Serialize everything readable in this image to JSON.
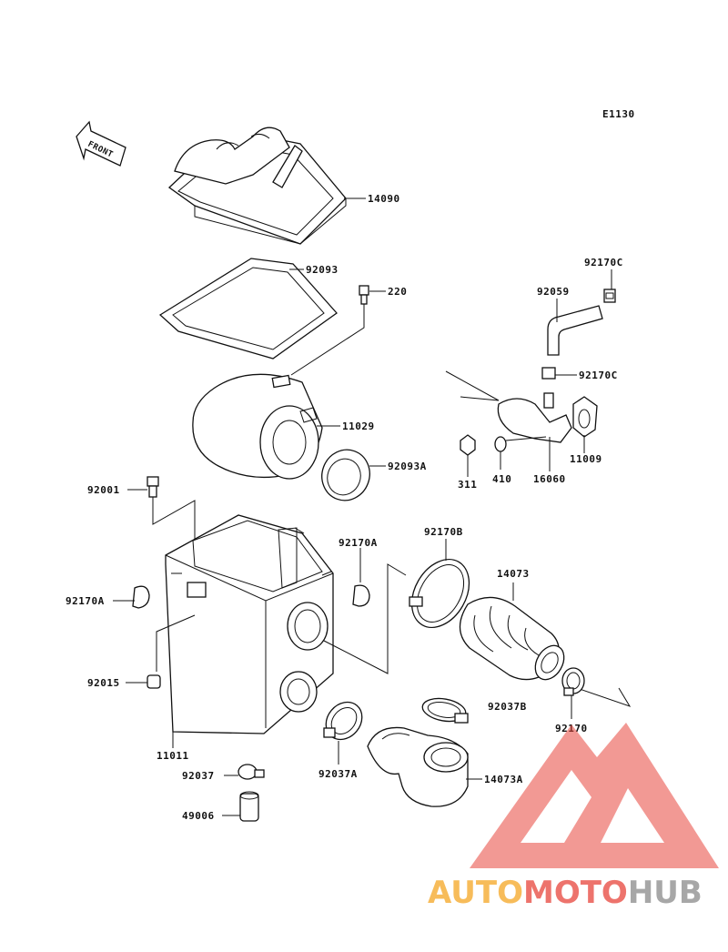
{
  "diagram_code": "E1130",
  "front_label": "FRONT",
  "labels": {
    "p14090": "14090",
    "p92093": "92093",
    "p220": "220",
    "p92170C_top": "92170C",
    "p92059": "92059",
    "p92170C_mid": "92170C",
    "p11029": "11029",
    "p92093A": "92093A",
    "p311": "311",
    "p410": "410",
    "p16060": "16060",
    "p11009": "11009",
    "p92001": "92001",
    "p92170A_left": "92170A",
    "p92170A_mid": "92170A",
    "p92170B": "92170B",
    "p14073": "14073",
    "p92015": "92015",
    "p92037B": "92037B",
    "p92170": "92170",
    "p11011": "11011",
    "p92037A": "92037A",
    "p92037": "92037",
    "p14073A": "14073A",
    "p49006": "49006"
  },
  "watermark": {
    "part1": "AUTO",
    "part2": "MOTO",
    "part3": "HUB",
    "color_orange": "#f5a623",
    "color_red": "#e8453c",
    "color_grey": "#8a8a8a"
  }
}
